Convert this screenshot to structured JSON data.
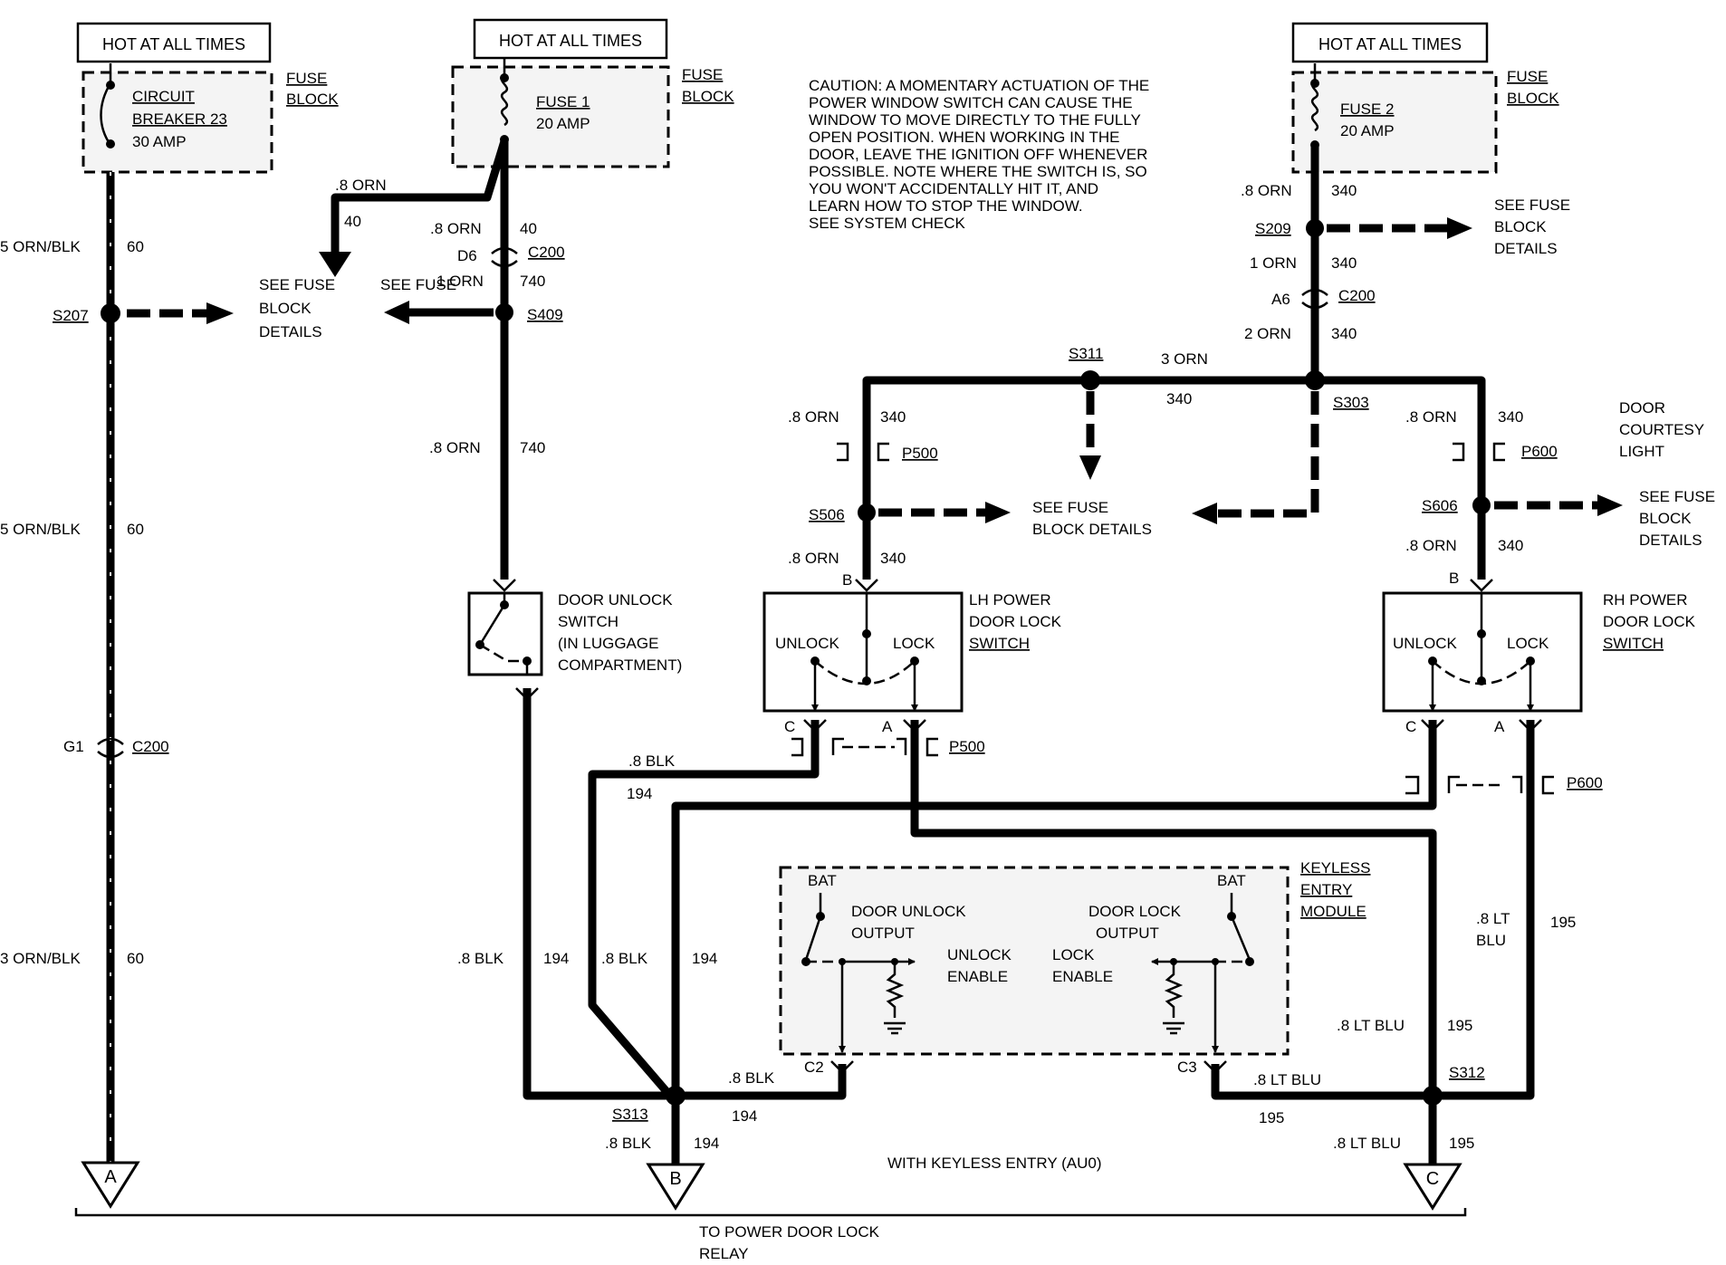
{
  "hot_at_all_times": [
    "HOT AT ALL TIMES",
    "HOT AT ALL TIMES",
    "HOT AT ALL TIMES"
  ],
  "fuses": [
    {
      "line1": "CIRCUIT",
      "line2": "BREAKER 23",
      "line3": "30 AMP",
      "block_line1": "FUSE",
      "block_line2": "BLOCK"
    },
    {
      "line1": "FUSE 1",
      "line2": "20 AMP",
      "block_line1": "FUSE",
      "block_line2": "BLOCK"
    },
    {
      "line1": "FUSE 2",
      "line2": "20 AMP",
      "block_line1": "FUSE",
      "block_line2": "BLOCK"
    }
  ],
  "caution": [
    "CAUTION: A MOMENTARY ACTUATION OF THE",
    "POWER WINDOW SWITCH CAN CAUSE THE",
    "WINDOW TO MOVE DIRECTLY TO THE FULLY",
    "OPEN POSITION. WHEN WORKING IN THE",
    "DOOR, LEAVE THE IGNITION OFF WHENEVER",
    "POSSIBLE. NOTE WHERE THE SWITCH IS, SO",
    "YOU WON'T ACCIDENTALLY HIT IT, AND",
    "LEARN HOW TO STOP THE WINDOW.",
    "SEE SYSTEM CHECK"
  ],
  "wire_labels": {
    "orn_blk_5_a": "5 ORN/BLK",
    "c60_a": "60",
    "orn_blk_5_b": "5 ORN/BLK",
    "c60_b": "60",
    "orn_blk_3": "3 ORN/BLK",
    "c60_c": "60",
    "orn_8_40": ".8 ORN",
    "c40_a": "40",
    "orn_8_40b": ".8 ORN",
    "c40_b": "40",
    "orn_1_740": "1 ORN",
    "c740_a": "740",
    "orn_8_740": ".8 ORN",
    "c740_b": "740",
    "orn_8_340_top": ".8 ORN",
    "c340_a": "340",
    "orn_1_340": "1 ORN",
    "c340_b": "340",
    "orn_2_340": "2 ORN",
    "c340_c": "340",
    "orn_3_340": "3 ORN",
    "c340_d": "340",
    "orn_8_lh1": ".8 ORN",
    "c340_e": "340",
    "orn_8_lh2": ".8 ORN",
    "c340_f": "340",
    "orn_8_rh1": ".8 ORN",
    "c340_g": "340",
    "orn_8_rh2": ".8 ORN",
    "c340_h": "340",
    "blk_8_a": ".8 BLK",
    "c194_a": "194",
    "blk_8_b": ".8 BLK",
    "c194_b": "194",
    "blk_8_c": ".8 BLK",
    "c194_c": "194",
    "blk_8_d": ".8 BLK",
    "c194_d": "194",
    "blk_8_e": ".8 BLK",
    "c194_e": "194",
    "ltblu_8_a": ".8 LT",
    "ltblu_8_a2": "BLU",
    "c195_a": "195",
    "ltblu_8_b": ".8 LT BLU",
    "c195_b": "195",
    "ltblu_8_c": ".8 LT BLU",
    "c195_c": "195",
    "ltblu_8_d": ".8 LT BLU",
    "c195_d": "195"
  },
  "splices": {
    "s207": "S207",
    "s409": "S409",
    "s209": "S209",
    "s311": "S311",
    "s303": "S303",
    "s506": "S506",
    "s606": "S606",
    "s313": "S313",
    "s312": "S312"
  },
  "connectors": {
    "d6": "D6",
    "c200_a": "C200",
    "a6": "A6",
    "c200_b": "C200",
    "g1": "G1",
    "c200_c": "C200",
    "p500_a": "P500",
    "p500_b": "P500",
    "p600_a": "P600",
    "p600_b": "P600",
    "c2": "C2",
    "c3": "C3",
    "pin_b_lh": "B",
    "pin_c_lh": "C",
    "pin_a_lh": "A",
    "pin_b_rh": "B",
    "pin_c_rh": "C",
    "pin_a_rh": "A"
  },
  "refs": {
    "see_fuse_1": [
      "SEE FUSE",
      "BLOCK",
      "DETAILS"
    ],
    "see_fuse_2": [
      "SEE FUSE",
      "BLOCK",
      "DETAILS"
    ],
    "see_fuse_3": [
      "SEE FUSE",
      "BLOCK DETAILS"
    ],
    "see_fuse_4": [
      "SEE FUSE",
      "BLOCK",
      "DETAILS"
    ],
    "courtesy": [
      "DOOR",
      "COURTESY",
      "LIGHT"
    ]
  },
  "components": {
    "door_unlock_switch": [
      "DOOR UNLOCK",
      "SWITCH",
      "(IN LUGGAGE",
      "COMPARTMENT)"
    ],
    "lh_switch": [
      "LH POWER",
      "DOOR LOCK",
      "SWITCH"
    ],
    "rh_switch": [
      "RH POWER",
      "DOOR LOCK",
      "SWITCH"
    ],
    "unlock": "UNLOCK",
    "lock": "LOCK",
    "unlock_rh": "UNLOCK",
    "lock_rh": "LOCK",
    "keyless": [
      "KEYLESS",
      "ENTRY",
      "MODULE"
    ],
    "bat_l": "BAT",
    "bat_r": "BAT",
    "door_unlock_output": [
      "DOOR UNLOCK",
      "OUTPUT"
    ],
    "door_lock_output": [
      "DOOR LOCK",
      "OUTPUT"
    ],
    "unlock_enable": [
      "UNLOCK",
      "ENABLE"
    ],
    "lock_enable": [
      "LOCK",
      "ENABLE"
    ]
  },
  "footer": {
    "keyless_note": "WITH KEYLESS ENTRY (AU0)",
    "to_relay_1": "TO POWER DOOR LOCK",
    "to_relay_2": "RELAY",
    "term_a": "A",
    "term_b": "B",
    "term_c": "C"
  }
}
